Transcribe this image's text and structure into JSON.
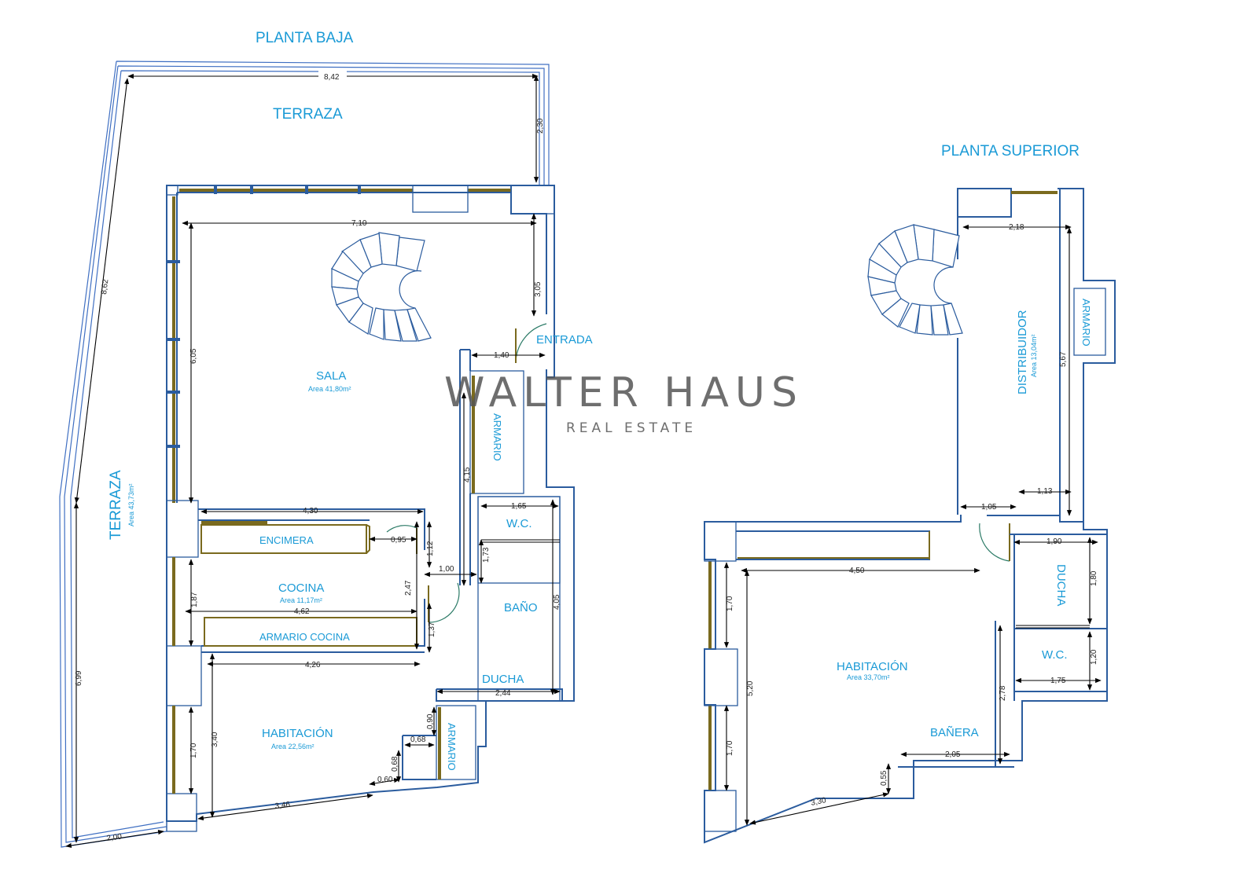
{
  "titles": {
    "ground": "PLANTA BAJA",
    "upper": "PLANTA SUPERIOR"
  },
  "watermark": {
    "brand": "WALTER HAUS",
    "tagline": "REAL ESTATE"
  },
  "ground_floor": {
    "rooms": {
      "terraza_top": "TERRAZA",
      "terraza_side": "TERRAZA",
      "terraza_side_area": "Area 43,73m²",
      "entrada": "ENTRADA",
      "sala": "SALA",
      "sala_area": "Area 41,80m²",
      "armario_sala": "ARMARIO",
      "encimera": "ENCIMERA",
      "cocina": "COCINA",
      "cocina_area": "Area 11,17m²",
      "armario_cocina": "ARMARIO COCINA",
      "wc": "W.C.",
      "bano": "BAÑO",
      "ducha": "DUCHA",
      "habitacion": "HABITACIÓN",
      "habitacion_area": "Area 22,56m²",
      "armario_hab": "ARMARIO"
    },
    "dimensions": {
      "d_842": "8,42",
      "d_230": "2,30",
      "d_862": "8,62",
      "d_710": "7,10",
      "d_305": "3,05",
      "d_605": "6,05",
      "d_140": "1,40",
      "d_415": "4,15",
      "d_430": "4,30",
      "d_095": "0,95",
      "d_112": "1,12",
      "d_165": "1,65",
      "d_173": "1,73",
      "d_100": "1,00",
      "d_247": "2,47",
      "d_187": "1,87",
      "d_462": "4,62",
      "d_137": "1,37",
      "d_405": "4,05",
      "d_426": "4,26",
      "d_244": "2,44",
      "d_699": "6,99",
      "d_340": "3,40",
      "d_170": "1,70",
      "d_090": "0,90",
      "d_068a": "0,68",
      "d_068b": "0,68",
      "d_060": "0,60",
      "d_346": "3,46",
      "d_200": "2,00"
    }
  },
  "upper_floor": {
    "rooms": {
      "distribuidor": "DISTRIBUIDOR",
      "distribuidor_area": "Area 13,04m²",
      "armario": "ARMARIO",
      "ducha": "DUCHA",
      "habitacion": "HABITACIÓN",
      "habitacion_area": "Area 33,70m²",
      "wc": "W.C.",
      "banera": "BAÑERA"
    },
    "dimensions": {
      "d_218": "2,18",
      "d_567": "5,67",
      "d_113": "1,13",
      "d_105": "1,05",
      "d_190": "1,90",
      "d_180": "1,80",
      "d_450": "4,50",
      "d_170a": "1,70",
      "d_520": "5,20",
      "d_170b": "1,70",
      "d_120": "1,20",
      "d_175": "1,75",
      "d_278": "2,78",
      "d_205": "2,05",
      "d_055": "0,55",
      "d_330": "3,30"
    }
  }
}
